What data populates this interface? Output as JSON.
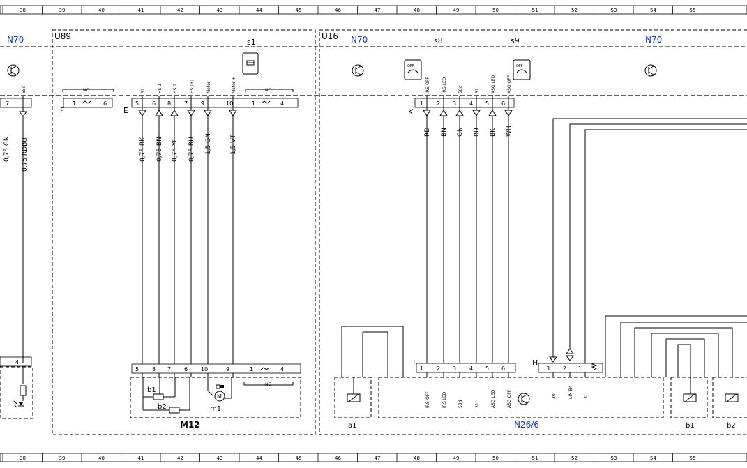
{
  "ruler": {
    "columns": [
      "38",
      "39",
      "40",
      "41",
      "42",
      "43",
      "44",
      "45",
      "46",
      "47",
      "48",
      "49",
      "50",
      "51",
      "52",
      "53",
      "54",
      "55"
    ]
  },
  "labels": {
    "n70_left": "N70",
    "u89": "U89",
    "u16": "U16",
    "n70_mid": "N70",
    "n70_right": "N70",
    "s1": "s1",
    "s8": "s8",
    "s9": "s9",
    "m12": "M12",
    "n26": "N26/6",
    "a1": "a1",
    "b1_right": "b1",
    "b2_right": "b2",
    "b1_m12": "b1",
    "b2_m12": "b2",
    "m1": "m1",
    "motor_symbol": "M",
    "nc": "NC",
    "conn_e": "E",
    "conn_f": "F",
    "conn_k": "K",
    "conn_i": "I",
    "conn_h": "H",
    "off": "OFF"
  },
  "left_edge": {
    "wire_label": "0,75 RDBU",
    "partial_label": "0,75 GN",
    "pin_top_name": "58d",
    "pin_top_num": "7",
    "pin_bottom_num": "4"
  },
  "connector_f": {
    "pins": [
      "1",
      "6"
    ]
  },
  "connector_e": {
    "pins": [
      {
        "num": "5",
        "name": "31",
        "wire": "0,75 BK"
      },
      {
        "num": "6",
        "name": "HS 1",
        "wire": "0,75 BN"
      },
      {
        "num": "8",
        "name": "HS 2",
        "wire": "0,75 YE"
      },
      {
        "num": "7",
        "name": "HS (+)",
        "wire": "0,75 BU"
      },
      {
        "num": "9",
        "name": "Motor -",
        "wire": "1,5 GN"
      },
      {
        "num": "10",
        "name": "Motor +",
        "wire": "1,5 VT"
      }
    ],
    "nc_pins": [
      "1",
      "4"
    ]
  },
  "connector_m12": {
    "pins": [
      "5",
      "8",
      "7",
      "6",
      "10",
      "9"
    ],
    "nc_pins": [
      "1",
      "4"
    ]
  },
  "connector_k": {
    "pins": [
      {
        "num": "1",
        "name": "IRS-OFF",
        "wire": "RD"
      },
      {
        "num": "2",
        "name": "IRS LED",
        "wire": "BN"
      },
      {
        "num": "3",
        "name": "58d",
        "wire": "GN"
      },
      {
        "num": "4",
        "name": "31",
        "wire": "BU"
      },
      {
        "num": "5",
        "name": "ASG LED",
        "wire": "BK"
      },
      {
        "num": "6",
        "name": "ASG OFF",
        "wire": "WH"
      }
    ]
  },
  "connector_i": {
    "pins": [
      {
        "num": "1",
        "name": "IRS-OFF"
      },
      {
        "num": "2",
        "name": "IRS LED"
      },
      {
        "num": "3",
        "name": "58d"
      },
      {
        "num": "4",
        "name": "31"
      },
      {
        "num": "5",
        "name": "ASG LED"
      },
      {
        "num": "6",
        "name": "ASG OFF"
      }
    ]
  },
  "connector_h": {
    "pins": [
      {
        "num": "3",
        "name": "30"
      },
      {
        "num": "2",
        "name": "LIN B4"
      },
      {
        "num": "1",
        "name": "31"
      }
    ]
  },
  "icons": {
    "transistor": "transistor-icon",
    "switch": "switch-button-icon",
    "motor": "motor-icon",
    "sensor": "sensor-icon",
    "fuse": "fuse-icon",
    "led": "led-icon",
    "resistor": "resistor-icon"
  },
  "colors": {
    "accent": "#1a33cc",
    "line": "#000000",
    "background": "#ffffff"
  }
}
